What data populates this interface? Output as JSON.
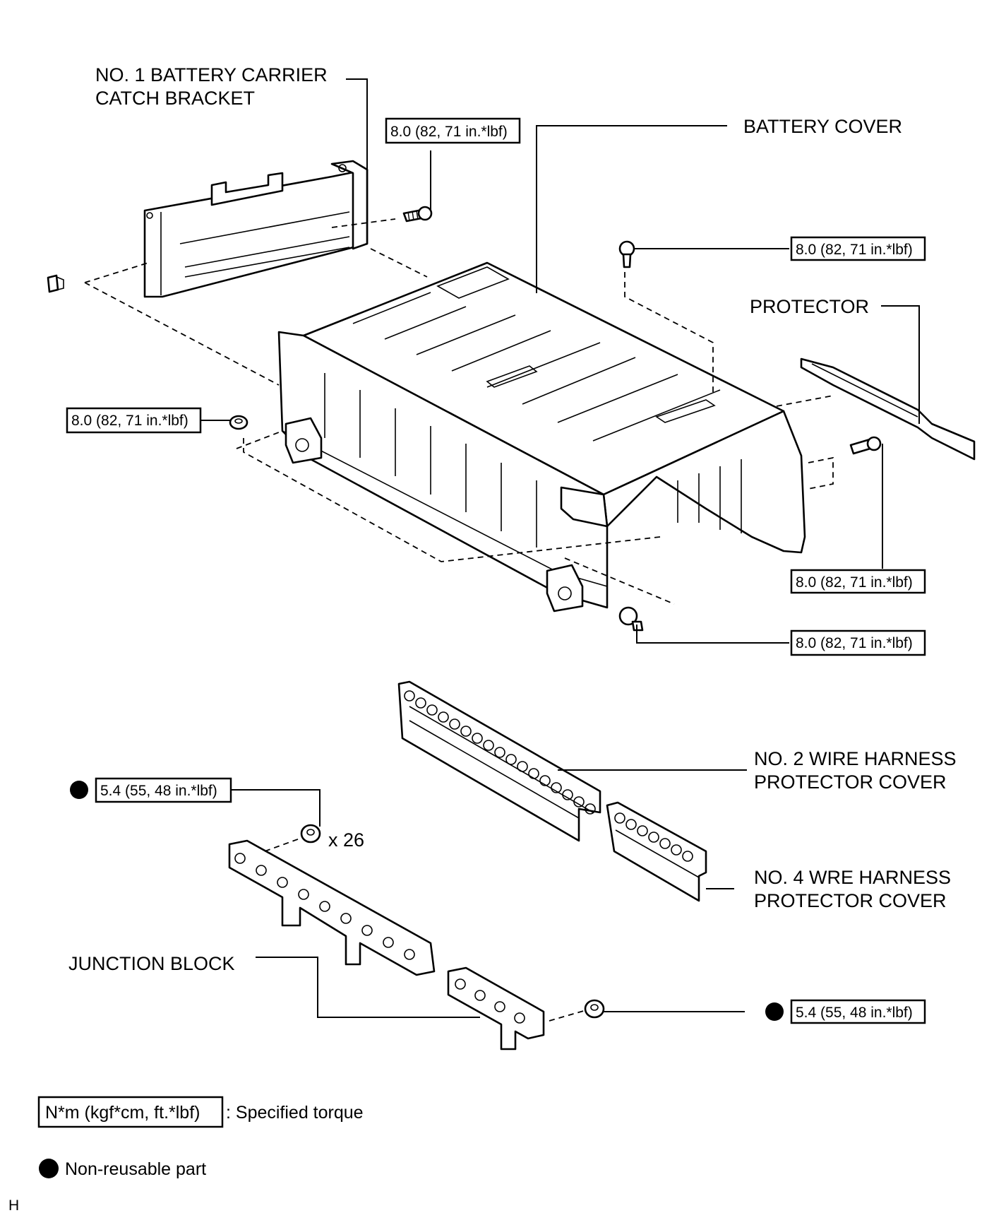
{
  "labels": {
    "carrier_bracket_line1": "NO. 1 BATTERY CARRIER",
    "carrier_bracket_line2": "CATCH BRACKET",
    "battery_cover": "BATTERY COVER",
    "protector": "PROTECTOR",
    "no2_cover_line1": "NO. 2 WIRE HARNESS",
    "no2_cover_line2": "PROTECTOR COVER",
    "no4_cover_line1": "NO. 4 WRE HARNESS",
    "no4_cover_line2": "PROTECTOR COVER",
    "junction_block": "JUNCTION BLOCK",
    "quantity": "x 26"
  },
  "torques": {
    "bracket_bolt": "8.0 (82, 71 in.*lbf)",
    "cover_top_bolt": "8.0 (82, 71 in.*lbf)",
    "cover_left_nut": "8.0 (82, 71 in.*lbf)",
    "cover_right_bolt": "8.0 (82, 71 in.*lbf)",
    "cover_front_bolt": "8.0 (82, 71 in.*lbf)",
    "junction_nut": "5.4 (55, 48 in.*lbf)",
    "junction_nut_2": "5.4 (55, 48 in.*lbf)"
  },
  "legend": {
    "torque_units": "N*m (kgf*cm, ft.*lbf)",
    "torque_desc": ": Specified torque",
    "nonreusable_desc": "Non-reusable part"
  },
  "corner_code": "H",
  "colors": {
    "ink": "#000000",
    "paper": "#ffffff"
  }
}
